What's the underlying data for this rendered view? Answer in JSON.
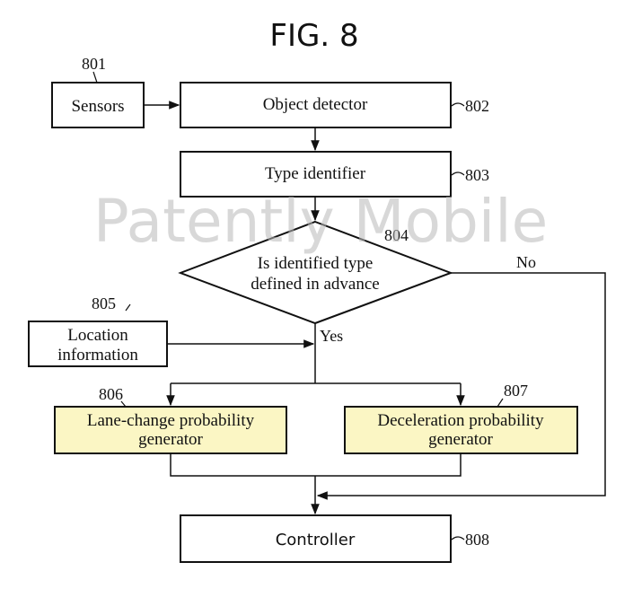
{
  "figure": {
    "title": "FIG. 8"
  },
  "watermark": "Patently Mobile",
  "nodes": {
    "sensors": {
      "label": "Sensors",
      "ref": "801"
    },
    "object_detector": {
      "label": "Object detector",
      "ref": "802"
    },
    "type_identifier": {
      "label": "Type identifier",
      "ref": "803"
    },
    "decision": {
      "line1": "Is identified type",
      "line2": "defined in advance",
      "ref": "804"
    },
    "location": {
      "line1": "Location",
      "line2": "information",
      "ref": "805"
    },
    "lane_change": {
      "line1": "Lane-change probability",
      "line2": "generator",
      "ref": "806"
    },
    "deceleration": {
      "line1": "Deceleration probability",
      "line2": "generator",
      "ref": "807"
    },
    "controller": {
      "label": "Controller",
      "ref": "808"
    }
  },
  "edges": {
    "yes_label": "Yes",
    "no_label": "No"
  },
  "colors": {
    "highlight_fill": "#fbf6c4",
    "stroke": "#111111",
    "watermark": "#b8b8b8"
  }
}
